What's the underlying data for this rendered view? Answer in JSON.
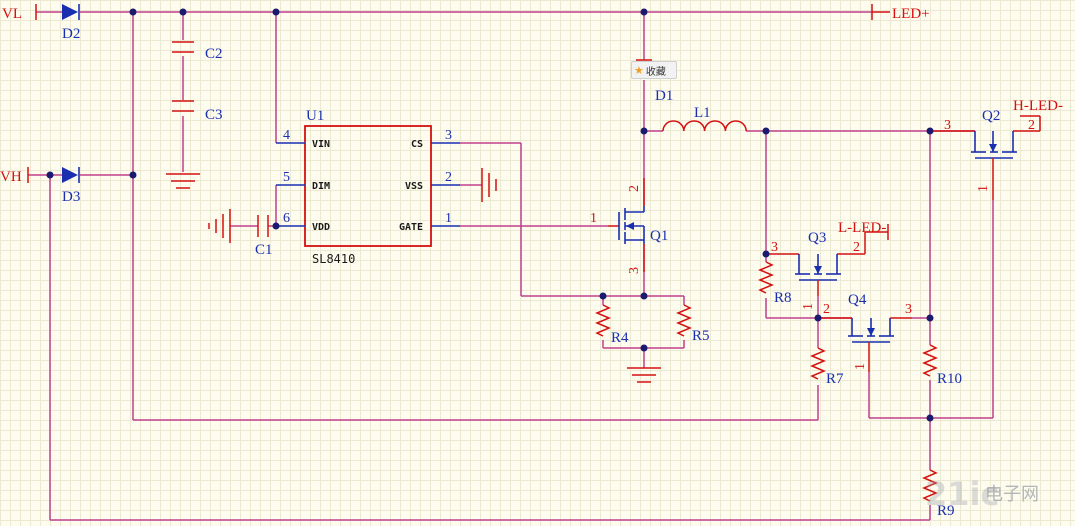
{
  "ports": {
    "vl": "VL",
    "vh": "VH",
    "led_plus": "LED+",
    "h_led_minus": "H-LED-",
    "l_led_minus": "L-LED-"
  },
  "designators": {
    "d2": "D2",
    "d3": "D3",
    "c2": "C2",
    "c3": "C3",
    "c1": "C1",
    "u1": "U1",
    "d1": "D1",
    "l1": "L1",
    "q1": "Q1",
    "q2": "Q2",
    "q3": "Q3",
    "q4": "Q4",
    "r4": "R4",
    "r5": "R5",
    "r7": "R7",
    "r8": "R8",
    "r9": "R9",
    "r10": "R10"
  },
  "ic": {
    "part": "SL8410",
    "pins_left": [
      {
        "num": "4",
        "name": "VIN"
      },
      {
        "num": "5",
        "name": "DIM"
      },
      {
        "num": "6",
        "name": "VDD"
      }
    ],
    "pins_right": [
      {
        "num": "3",
        "name": "CS"
      },
      {
        "num": "2",
        "name": "VSS"
      },
      {
        "num": "1",
        "name": "GATE"
      }
    ]
  },
  "pin_numbers": {
    "q1_drain": "2",
    "q1_gate": "1",
    "q1_source": "3",
    "q2_drain": "3",
    "q2_source": "2",
    "q2_gate": "1",
    "q3_drain": "3",
    "q3_source": "2",
    "q3_gate": "1",
    "q4_gate": "1",
    "q4_drain": "2",
    "q4_source": "3"
  },
  "overlay": {
    "bookmark_label": "收藏"
  },
  "watermark": {
    "text": "电子网"
  },
  "colors": {
    "wire": "#c0408c",
    "component": "#d41010",
    "symbol": "#1a2fb0",
    "junction": "#1a1a6e",
    "grid": "#ece9d2",
    "background": "#fdfcef"
  }
}
